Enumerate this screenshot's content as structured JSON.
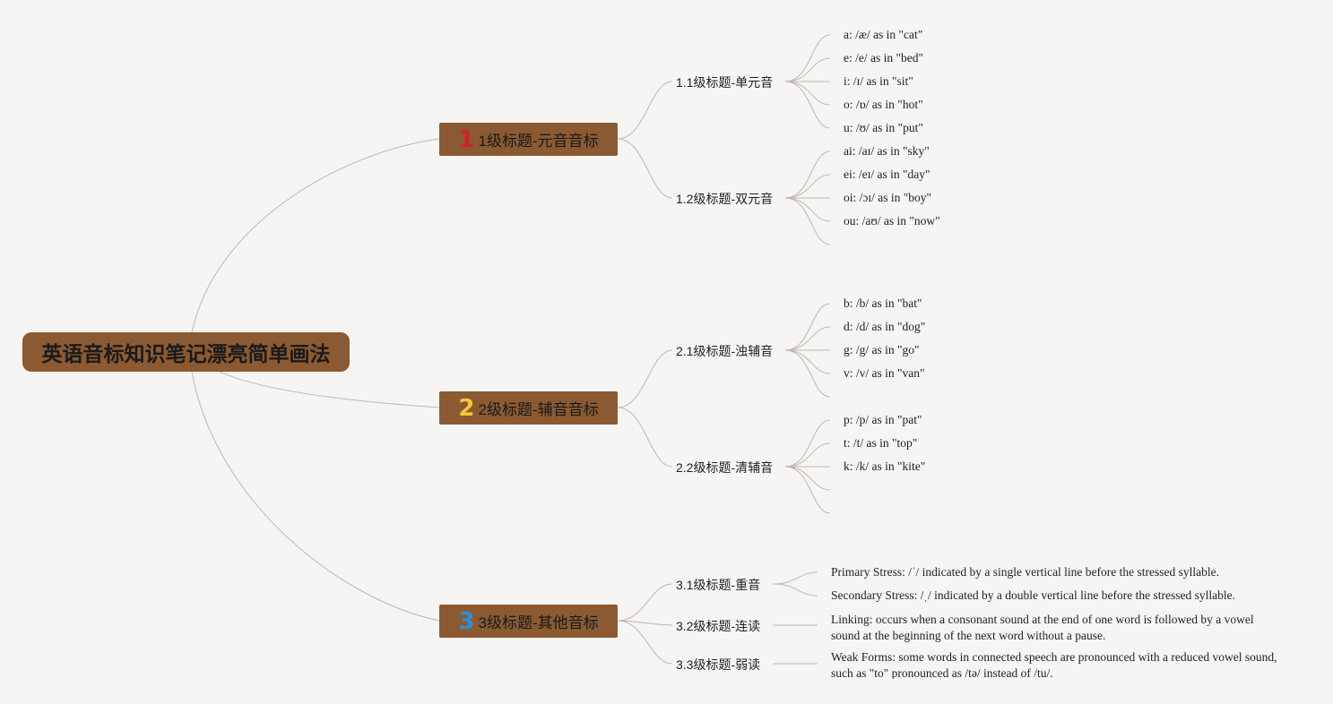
{
  "root": {
    "title": "英语音标知识笔记漂亮简单画法"
  },
  "branches": [
    {
      "num": "1",
      "label": "1级标题-元音音标",
      "children": [
        {
          "label": "1.1级标题-单元音",
          "items": [
            "a: /æ/ as in \"cat\"",
            "e: /e/ as in \"bed\"",
            "i: /ɪ/ as in \"sit\"",
            "o: /ɒ/ as in \"hot\"",
            "u: /ʊ/ as in \"put\""
          ]
        },
        {
          "label": "1.2级标题-双元音",
          "items": [
            "ai: /aɪ/ as in \"sky\"",
            "ei: /eɪ/ as in \"day\"",
            "oi: /ɔɪ/ as in \"boy\"",
            "ou: /aʊ/ as in \"now\"",
            ""
          ]
        }
      ]
    },
    {
      "num": "2",
      "label": "2级标题-辅音音标",
      "children": [
        {
          "label": "2.1级标题-浊辅音",
          "items": [
            "b: /b/ as in \"bat\"",
            "d: /d/ as in \"dog\"",
            "g: /g/ as in \"go\"",
            "v: /v/ as in \"van\"",
            ""
          ]
        },
        {
          "label": "2.2级标题-清辅音",
          "items": [
            "p: /p/ as in \"pat\"",
            "t: /t/ as in \"top\"",
            "k: /k/ as in \"kite\"",
            "",
            ""
          ]
        }
      ]
    },
    {
      "num": "3",
      "label": "3级标题-其他音标",
      "children": [
        {
          "label": "3.1级标题-重音",
          "items": [
            "Primary Stress: /ˈ/ indicated by a single vertical line before the stressed syllable.",
            "Secondary Stress: /ˌ/ indicated by a double vertical line before the stressed syllable."
          ]
        },
        {
          "label": "3.2级标题-连读",
          "items": [
            "Linking: occurs when a consonant sound at the end of one word is followed by a vowel sound at the beginning of the next word without a pause."
          ]
        },
        {
          "label": "3.3级标题-弱读",
          "items": [
            "Weak Forms: some words in connected speech are pronounced with a reduced vowel sound, such as \"to\" pronounced as /tə/ instead of /tu/."
          ]
        }
      ]
    }
  ],
  "colors": {
    "node_fill": "#8b5a32",
    "num1": "#d2232a",
    "num2": "#f3c53a",
    "num3": "#2d8fd5",
    "line": "#bdb8b3",
    "background": "#f7f5f3"
  }
}
